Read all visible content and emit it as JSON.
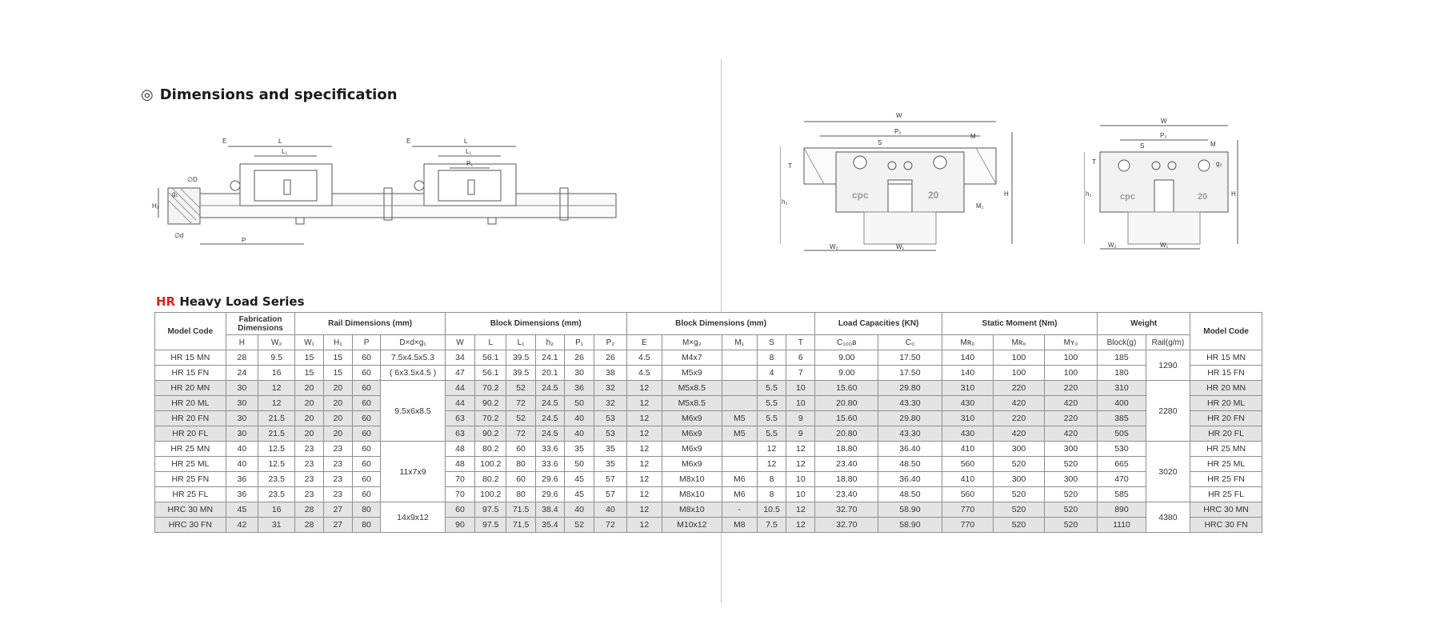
{
  "section_title": "Dimensions and specification",
  "series": {
    "prefix": "HR",
    "suffix": " Heavy Load Series"
  },
  "drawing_labels": {
    "side": [
      "E",
      "L",
      "L₁",
      "P",
      "∅D",
      "g₁",
      "H₁",
      "∅d",
      "E",
      "L",
      "L₁",
      "P₁"
    ],
    "front_large": [
      "W",
      "P₂",
      "M",
      "S",
      "T",
      "h₂",
      "H",
      "M₁",
      "W₂",
      "W₁",
      "cpc",
      "20"
    ],
    "front_small": [
      "W",
      "P₂",
      "M",
      "S",
      "T",
      "g₂",
      "h₂",
      "H",
      "W₂",
      "W₁",
      "cpc",
      "20"
    ]
  },
  "table": {
    "group_headers": {
      "model": "Model Code",
      "fab": "Fabrication Dimensions",
      "rail": "Rail Dimensions (mm)",
      "block": "Block  Dimensions (mm)",
      "block2": "Block Dimensions (mm)",
      "load": "Load Capacities (KN)",
      "moment": "Static Moment  (Nm)",
      "weight": "Weight",
      "model_r": "Model Code"
    },
    "sub_headers": [
      "H",
      "W₂",
      "W₁",
      "H₁",
      "P",
      "D×d×g₁",
      "W",
      "L",
      "L₁",
      "h₂",
      "P₁",
      "P₂",
      "E",
      "M×g₂",
      "M₁",
      "S",
      "T",
      "C₁₀₀ʙ",
      "C₀",
      "Mʀ₀",
      "Mʀ₀",
      "Mʏ₀",
      "Block(g)",
      "Rail(g/m)"
    ],
    "rows": [
      {
        "model": "HR 15 MN",
        "H": "28",
        "W2": "9.5",
        "W1": "15",
        "H1": "15",
        "P": "60",
        "W": "34",
        "L": "56.1",
        "L1": "39.5",
        "h2": "24.1",
        "P1": "26",
        "P2": "26",
        "E": "4.5",
        "Mg2": "M4x7",
        "M1": "",
        "S": "8",
        "T": "6",
        "C100": "9.00",
        "C0": "17.50",
        "Mr": "140",
        "Mp": "100",
        "My": "100",
        "block_g": "185"
      },
      {
        "model": "HR 15 FN",
        "H": "24",
        "W2": "16",
        "W1": "15",
        "H1": "15",
        "P": "60",
        "W": "47",
        "L": "56.1",
        "L1": "39.5",
        "h2": "20.1",
        "P1": "30",
        "P2": "38",
        "E": "4.5",
        "Mg2": "M5x9",
        "M1": "",
        "S": "4",
        "T": "7",
        "C100": "9.00",
        "C0": "17.50",
        "Mr": "140",
        "Mp": "100",
        "My": "100",
        "block_g": "180"
      },
      {
        "model": "HR 20 MN",
        "H": "30",
        "W2": "12",
        "W1": "20",
        "H1": "20",
        "P": "60",
        "W": "44",
        "L": "70.2",
        "L1": "52",
        "h2": "24.5",
        "P1": "36",
        "P2": "32",
        "E": "12",
        "Mg2": "M5x8.5",
        "M1": "",
        "S": "5.5",
        "T": "10",
        "C100": "15.60",
        "C0": "29.80",
        "Mr": "310",
        "Mp": "220",
        "My": "220",
        "block_g": "310"
      },
      {
        "model": "HR 20 ML",
        "H": "30",
        "W2": "12",
        "W1": "20",
        "H1": "20",
        "P": "60",
        "W": "44",
        "L": "90.2",
        "L1": "72",
        "h2": "24.5",
        "P1": "50",
        "P2": "32",
        "E": "12",
        "Mg2": "M5x8.5",
        "M1": "",
        "S": "5.5",
        "T": "10",
        "C100": "20.80",
        "C0": "43.30",
        "Mr": "430",
        "Mp": "420",
        "My": "420",
        "block_g": "400"
      },
      {
        "model": "HR 20 FN",
        "H": "30",
        "W2": "21.5",
        "W1": "20",
        "H1": "20",
        "P": "60",
        "W": "63",
        "L": "70.2",
        "L1": "52",
        "h2": "24.5",
        "P1": "40",
        "P2": "53",
        "E": "12",
        "Mg2": "M6x9",
        "M1": "M5",
        "S": "5.5",
        "T": "9",
        "C100": "15.60",
        "C0": "29.80",
        "Mr": "310",
        "Mp": "220",
        "My": "220",
        "block_g": "385"
      },
      {
        "model": "HR 20 FL",
        "H": "30",
        "W2": "21.5",
        "W1": "20",
        "H1": "20",
        "P": "60",
        "W": "63",
        "L": "90.2",
        "L1": "72",
        "h2": "24.5",
        "P1": "40",
        "P2": "53",
        "E": "12",
        "Mg2": "M6x9",
        "M1": "M5",
        "S": "5.5",
        "T": "9",
        "C100": "20.80",
        "C0": "43.30",
        "Mr": "430",
        "Mp": "420",
        "My": "420",
        "block_g": "505"
      },
      {
        "model": "HR 25 MN",
        "H": "40",
        "W2": "12.5",
        "W1": "23",
        "H1": "23",
        "P": "60",
        "W": "48",
        "L": "80.2",
        "L1": "60",
        "h2": "33.6",
        "P1": "35",
        "P2": "35",
        "E": "12",
        "Mg2": "M6x9",
        "M1": "",
        "S": "12",
        "T": "12",
        "C100": "18.80",
        "C0": "36.40",
        "Mr": "410",
        "Mp": "300",
        "My": "300",
        "block_g": "530"
      },
      {
        "model": "HR 25 ML",
        "H": "40",
        "W2": "12.5",
        "W1": "23",
        "H1": "23",
        "P": "60",
        "W": "48",
        "L": "100.2",
        "L1": "80",
        "h2": "33.6",
        "P1": "50",
        "P2": "35",
        "E": "12",
        "Mg2": "M6x9",
        "M1": "",
        "S": "12",
        "T": "12",
        "C100": "23.40",
        "C0": "48.50",
        "Mr": "560",
        "Mp": "520",
        "My": "520",
        "block_g": "665"
      },
      {
        "model": "HR 25 FN",
        "H": "36",
        "W2": "23.5",
        "W1": "23",
        "H1": "23",
        "P": "60",
        "W": "70",
        "L": "80.2",
        "L1": "60",
        "h2": "29.6",
        "P1": "45",
        "P2": "57",
        "E": "12",
        "Mg2": "M8x10",
        "M1": "M6",
        "S": "8",
        "T": "10",
        "C100": "18.80",
        "C0": "36.40",
        "Mr": "410",
        "Mp": "300",
        "My": "300",
        "block_g": "470"
      },
      {
        "model": "HR 25 FL",
        "H": "36",
        "W2": "23.5",
        "W1": "23",
        "H1": "23",
        "P": "60",
        "W": "70",
        "L": "100.2",
        "L1": "80",
        "h2": "29.6",
        "P1": "45",
        "P2": "57",
        "E": "12",
        "Mg2": "M8x10",
        "M1": "M6",
        "S": "8",
        "T": "10",
        "C100": "23.40",
        "C0": "48.50",
        "Mr": "560",
        "Mp": "520",
        "My": "520",
        "block_g": "585"
      },
      {
        "model": "HRC 30 MN",
        "H": "45",
        "W2": "16",
        "W1": "28",
        "H1": "27",
        "P": "80",
        "W": "60",
        "L": "97.5",
        "L1": "71.5",
        "h2": "38.4",
        "P1": "40",
        "P2": "40",
        "E": "12",
        "Mg2": "M8x10",
        "M1": "-",
        "S": "10.5",
        "T": "12",
        "C100": "32.70",
        "C0": "58.90",
        "Mr": "770",
        "Mp": "520",
        "My": "520",
        "block_g": "890"
      },
      {
        "model": "HRC 30 FN",
        "H": "42",
        "W2": "31",
        "W1": "28",
        "H1": "27",
        "P": "80",
        "W": "90",
        "L": "97.5",
        "L1": "71.5",
        "h2": "35.4",
        "P1": "52",
        "P2": "72",
        "E": "12",
        "Mg2": "M10x12",
        "M1": "M8",
        "S": "7.5",
        "T": "12",
        "C100": "32.70",
        "C0": "58.90",
        "Mr": "770",
        "Mp": "520",
        "My": "520",
        "block_g": "1110"
      }
    ],
    "bolt_groups": [
      "7.5x4.5x5.3",
      "( 6x3.5x4.5 )",
      "9.5x6x8.5",
      "11x7x9",
      "14x9x12"
    ],
    "rail_weights": [
      "1290",
      "2280",
      "3020",
      "4380"
    ]
  }
}
